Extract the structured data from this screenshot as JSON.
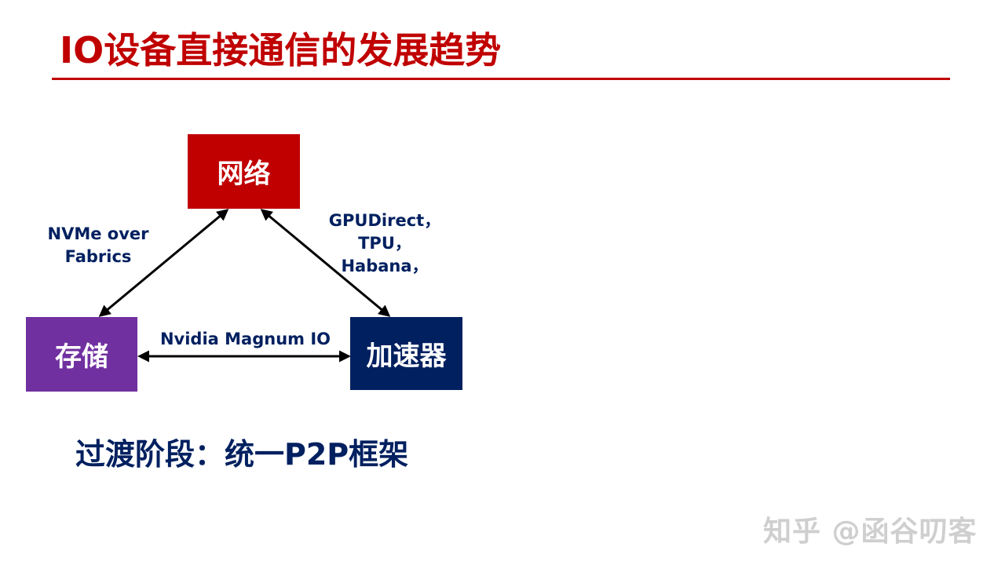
{
  "title": "IO设备直接通信的发展趋势",
  "nodes": {
    "network": "网络",
    "storage": "存储",
    "accelerator": "加速器"
  },
  "edges": {
    "storage_network": "NVMe over\nFabrics",
    "network_accelerator": "GPUDirect，\nTPU，\nHabana，",
    "storage_accelerator": "Nvidia Magnum IO"
  },
  "stage_text": "过渡阶段：统一P2P框架",
  "watermark": "知乎 @函谷叨客",
  "colors": {
    "title": "#c00000",
    "network": "#c00000",
    "storage": "#7030a0",
    "accelerator": "#002060",
    "label_text": "#002060"
  }
}
